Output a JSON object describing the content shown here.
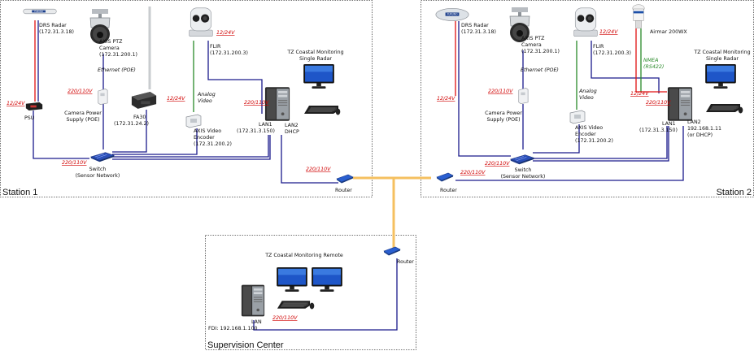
{
  "colors": {
    "network": "#1a1a8c",
    "power": "#e01010",
    "video": "#2a8a2a",
    "wan": "#f5c060",
    "frame": "#444444"
  },
  "station1": {
    "title": "Station 1",
    "drs_radar": [
      "DRS Radar",
      "(172.31.3.18)"
    ],
    "ptz_camera": [
      "AXIS PTZ",
      "Camera",
      "(172.31.200.1)"
    ],
    "ptz_ethernet": "Ethernet (POE)",
    "flir": [
      "FLIR",
      "(172.31.200.3)"
    ],
    "flir_power": "12/24V",
    "tz_label": [
      "TZ Coastal Monitoring",
      "Single Radar"
    ],
    "psu_power": "12/24V",
    "psu": "PSU",
    "cam_power_supply_voltage": "220/110V",
    "cam_power_supply": [
      "Camera Power",
      "Supply (POE)"
    ],
    "fa30_power": "12/24V",
    "fa30": [
      "FA30",
      "(172.31.24.2)"
    ],
    "analog_video": [
      "Analog",
      "Video"
    ],
    "encoder": [
      "AXIS Video",
      "Encoder",
      "(172.31.200.2)"
    ],
    "pc_power": "220/110V",
    "lan1": [
      "LAN1",
      "(172.31.3.150)"
    ],
    "lan2": [
      "LAN2",
      "DHCP"
    ],
    "switch_power": "220/110V",
    "switch": [
      "Switch",
      "(Sensor Network)"
    ],
    "router_power": "220/110V",
    "router": "Router"
  },
  "station2": {
    "title": "Station 2",
    "drs_radar": [
      "DRS Radar",
      "(172.31.3.18)"
    ],
    "drs_power": "12/24V",
    "ptz_camera": [
      "AXIS PTZ",
      "Camera",
      "(172.31.200.1)"
    ],
    "ptz_ethernet": "Ethernet (POE)",
    "flir": [
      "FLIR",
      "(172.31.200.3)"
    ],
    "flir_power": "12/24V",
    "airmar": "Airmar 200WX",
    "nmea": [
      "NMEA",
      "(RS422)"
    ],
    "airmar_power": "12/24V",
    "tz_label": [
      "TZ Coastal Monitoring",
      "Single Radar"
    ],
    "cam_power_supply_voltage": "220/110V",
    "cam_power_supply": [
      "Camera Power",
      "Supply (POE)"
    ],
    "analog_video": [
      "Analog",
      "Video"
    ],
    "encoder": [
      "AXIS Video",
      "Encoder",
      "(172.31.200.2)"
    ],
    "pc_power": "220/110V",
    "lan1": [
      "LAN1",
      "(172.31.3.150)"
    ],
    "lan2": [
      "LAN2",
      "192.168.1.11",
      "(or DHCP)"
    ],
    "switch_power": "220/110V",
    "switch": [
      "Switch",
      "(Sensor Network)"
    ],
    "router_power": "220/110V",
    "router": "Router"
  },
  "supervision": {
    "title": "Supervision Center",
    "tz_label": "TZ Coastal Monitoring Remote",
    "router": "Router",
    "pc_power": "220/110V",
    "lan": "LAN",
    "fdi": "FDI: 192.168.1.100"
  }
}
